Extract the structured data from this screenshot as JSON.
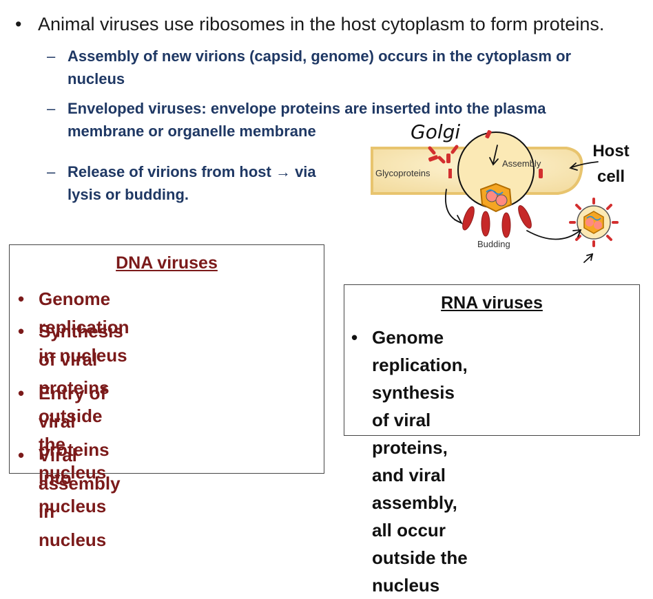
{
  "main_bullet": "Animal viruses use ribosomes in the host cytoplasm to form proteins.",
  "sub_bullets": [
    {
      "lines": [
        "Assembly of new virions (capsid, genome) occurs in the cytoplasm or",
        "nucleus"
      ]
    },
    {
      "lines": [
        "Enveloped viruses: envelope proteins are inserted into the  plasma",
        "membrane or organelle membrane"
      ]
    },
    {
      "lines": [
        "Release of virions from host → via",
        "lysis or budding."
      ]
    }
  ],
  "diagram": {
    "label_glycoproteins": "Glycoproteins",
    "label_assembly": "Assembly",
    "label_budding": "Budding",
    "label_host": "Host",
    "label_cell": "cell",
    "handwritten": "Golgi"
  },
  "dna_box": {
    "title": "DNA viruses",
    "items": [
      {
        "lines": [
          "Genome replication in nucleus"
        ]
      },
      {
        "lines": [
          "Synthesis of viral proteins",
          "outside the nucleus"
        ]
      },
      {
        "lines": [
          "Entry of viral proteins into",
          "nucleus"
        ]
      },
      {
        "lines": [
          "Viral assembly in nucleus"
        ]
      }
    ]
  },
  "rna_box": {
    "title": "RNA viruses",
    "items": [
      {
        "lines": [
          "Genome replication,",
          "synthesis of viral proteins,",
          "and viral assembly, all occur",
          "outside the nucleus"
        ]
      }
    ]
  },
  "colors": {
    "sub_text": "#1f3864",
    "dna_text": "#7b1a1a",
    "rna_text": "#111111"
  }
}
